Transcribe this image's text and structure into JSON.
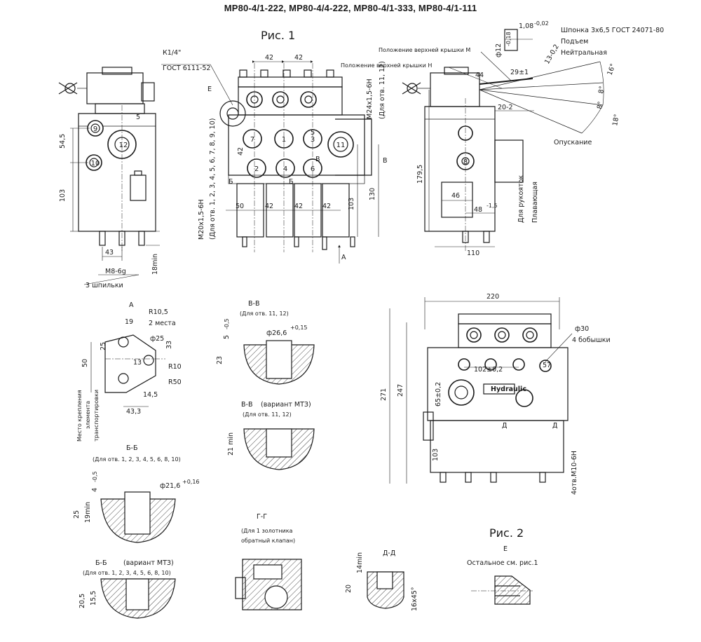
{
  "title": "МР80-4/1-222, МР80-4/4-222, МР80-4/1-333, МР80-4/1-111",
  "fig1": {
    "label": "Рис. 1",
    "side_left": {
      "dims": [
        "54,5",
        "103",
        "5",
        "43",
        "М8-6g",
        "3 шпильки",
        "18min"
      ],
      "ports": [
        "9",
        "12",
        "10"
      ]
    },
    "front": {
      "notes": [
        "К1/4\"",
        "ГОСТ 6111-52",
        "Е",
        "М20х1,5-6Н",
        "(Для отв. 1, 2, 3, 4, 5, 6, 7, 8, 9, 10)",
        "М24х1,5-6Н",
        "(Для отв. 11, 12)"
      ],
      "dims": [
        "42",
        "42",
        "42",
        "50",
        "42",
        "42",
        "42",
        "103",
        "130"
      ],
      "ports": [
        "7",
        "1",
        "3",
        "5",
        "2",
        "4",
        "6",
        "11"
      ],
      "section_marks": [
        "Б",
        "Б",
        "В",
        "В",
        "А"
      ]
    },
    "side_right": {
      "notes": [
        "Шпонка 3х6,5 ГОСТ 24071-80",
        "Подъем",
        "Нейтральная",
        "Положение верхней крышки М",
        "Положение верхней крышки Н",
        "Опускание",
        "Для рукояток",
        "Плавающая"
      ],
      "dims": [
        "1,08",
        "-0,02",
        "ф12",
        "-0,18",
        "13-0,2",
        "29±1",
        "20-2",
        "16°",
        "8°",
        "8°",
        "18°",
        "179,5",
        "46",
        "48",
        "-1,5",
        "110",
        "44"
      ],
      "ports": [
        "8"
      ]
    }
  },
  "view_a": {
    "label": "А",
    "dims": [
      "R10,5",
      "19",
      "2 места",
      "ф25",
      "25",
      "33",
      "50",
      "13",
      "R10",
      "R50",
      "14,5",
      "43,3"
    ],
    "note": [
      "Место крепления",
      "элемента",
      "транспортировки"
    ]
  },
  "sect_bb": {
    "label": "Б-Б",
    "sub": "(Для отв. 1, 2, 3, 4, 5, 6, 8, 10)",
    "dims": [
      "ф21,6",
      "+0,16",
      "4",
      "-0,5",
      "25",
      "19min"
    ]
  },
  "sect_bb_mtz": {
    "label": "Б-Б",
    "variant": "(вариант МТЗ)",
    "sub": "(Для отв. 1, 2, 3, 4, 5, 6, 8, 10)",
    "dims": [
      "20,5",
      "15,5"
    ]
  },
  "sect_vv": {
    "label": "В-В",
    "sub": "(Для отв. 11, 12)",
    "dims": [
      "ф26,6",
      "+0,15",
      "5",
      "-0,5",
      "23"
    ]
  },
  "sect_vv_mtz": {
    "label": "В-В",
    "variant": "(вариант МТЗ)",
    "sub": "(Для отв. 11, 12)",
    "dims": [
      "21 min"
    ]
  },
  "sect_gg": {
    "label": "Г-Г",
    "sub": [
      "(Для 1 золотника",
      "обратный клапан)"
    ]
  },
  "sect_dd": {
    "label": "Д-Д",
    "dims": [
      "14min",
      "20",
      "16х45°"
    ]
  },
  "fig2": {
    "label": "Рис. 2",
    "brand": "Hydraulic",
    "dims": [
      "220",
      "ф30",
      "4 бобышки",
      "102±0,2",
      "57",
      "65±0,2",
      "271",
      "247",
      "103",
      "4отв.М10-6Н",
      "Д",
      "Д"
    ]
  },
  "detail_e": {
    "label": "Е",
    "note": "Остальное см. рис.1"
  }
}
